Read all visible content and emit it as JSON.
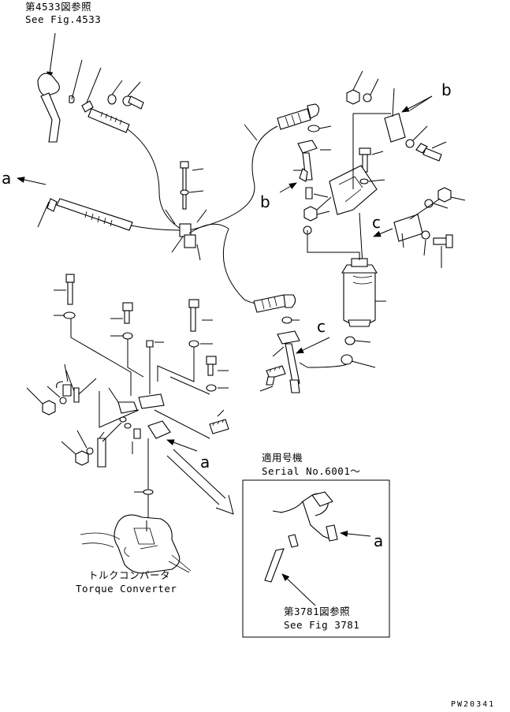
{
  "references": {
    "top_left_jp": "第4533図参照",
    "top_left_en": "See Fig.4533",
    "inset_jp": "第3781図参照",
    "inset_en": "See Fig 3781"
  },
  "components": {
    "torque_converter_jp": "トルクコンバータ",
    "torque_converter_en": "Torque Converter"
  },
  "inset": {
    "title_jp": "適用号機",
    "title_en": "Serial No.6001～"
  },
  "callouts": {
    "a": "a",
    "b": "b",
    "c": "c"
  },
  "drawing_code": "PW20341"
}
